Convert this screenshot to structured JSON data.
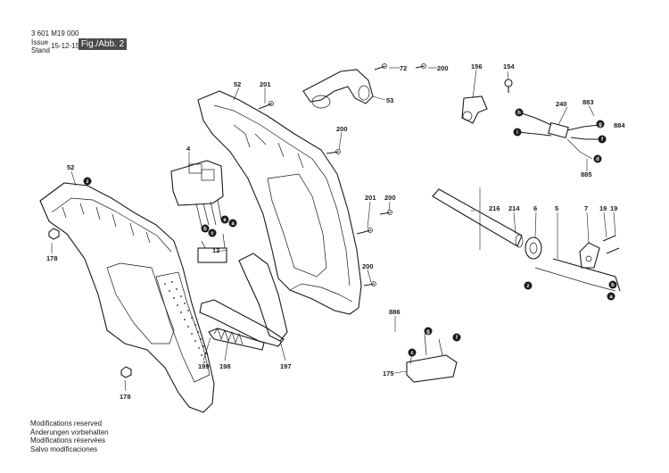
{
  "header": {
    "doc_number": "3 601 M19 000",
    "issue_label": "Issue",
    "stand_label": "Stand",
    "date": "15-12-15",
    "figure": "Fig./Abb. 2"
  },
  "notes": [
    "Modifications reserved",
    "Änderungen vorbehalten",
    "Modifications réservées",
    "Salvo modificaciones"
  ],
  "part_labels": {
    "p52a": "52",
    "p201a": "201",
    "p72": "72",
    "p200a": "200",
    "p53": "53",
    "p156": "156",
    "p154": "154",
    "p240": "240",
    "p883": "883",
    "p884": "884",
    "p885": "885",
    "p200b": "200",
    "p4": "4",
    "p52b": "52",
    "p201b": "201",
    "p200c": "200",
    "p216": "216",
    "p214": "214",
    "p6": "6",
    "p5": "5",
    "p7": "7",
    "p19a": "19",
    "p19b": "19",
    "p178a": "178",
    "p12": "12",
    "p200d": "200",
    "p886": "886",
    "p199": "199",
    "p198": "198",
    "p197": "197",
    "p175": "175",
    "p178b": "178"
  },
  "connector_labels": {
    "h": "h",
    "g": "g",
    "i": "i",
    "f": "f",
    "d": "d",
    "e1": "e",
    "b1": "b",
    "c1": "c",
    "a1": "a",
    "z1": "z",
    "z2": "z",
    "b2": "b",
    "a2": "a",
    "c2": "c",
    "g2": "g",
    "f2": "f"
  }
}
